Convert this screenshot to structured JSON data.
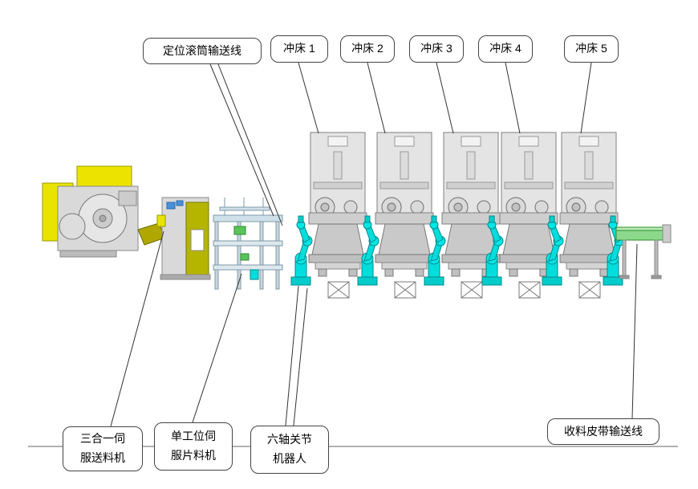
{
  "callouts": {
    "roller_conveyor": "定位滚筒输送线",
    "press_1": "冲床 1",
    "press_2": "冲床 2",
    "press_3": "冲床 3",
    "press_4": "冲床 4",
    "press_5": "冲床 5",
    "servo_feeder": "三合一伺\n服送料机",
    "sheet_feeder": "单工位伺\n服片料机",
    "six_axis_robot": "六轴关节\n机器人",
    "belt_conveyor": "收料皮带输送线"
  },
  "colors": {
    "machine_yellow": "#ece400",
    "machine_olive": "#b5b500",
    "robot_cyan": "#00dddd",
    "belt_green": "#8cd98c",
    "press_gray": "#e4e4e4",
    "line_color": "#333333"
  }
}
